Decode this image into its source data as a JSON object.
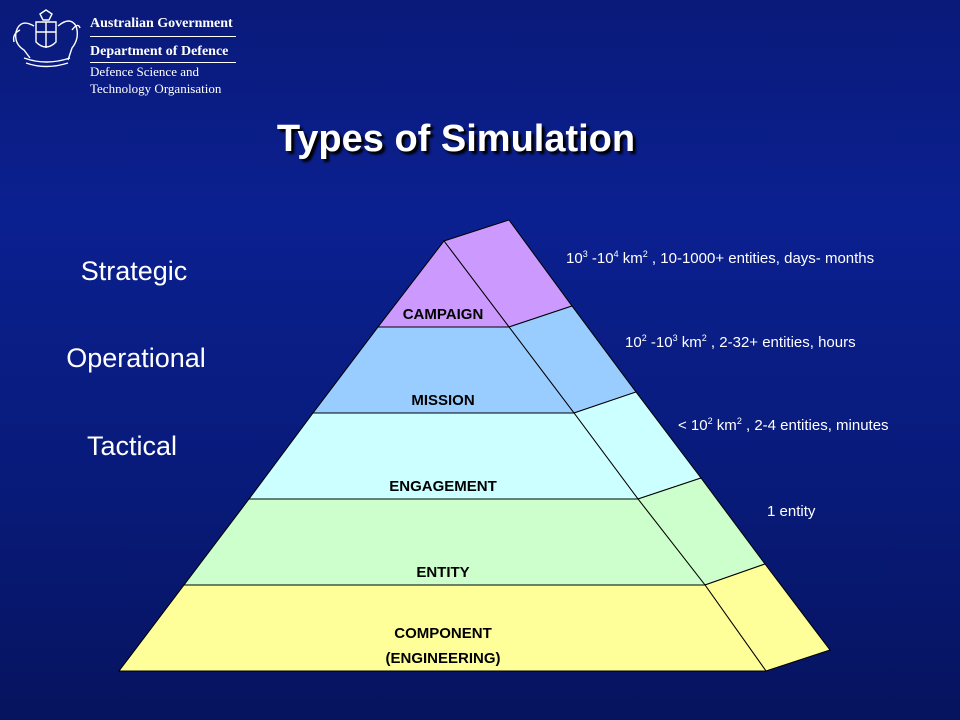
{
  "logo": {
    "line1": "Australian Government",
    "line2": "Department of Defence",
    "line3": "Defence Science and",
    "line4": "Technology Organisation",
    "icon": "coat-of-arms-icon"
  },
  "title": "Types of Simulation",
  "levels": [
    "Strategic",
    "Operational",
    "Tactical"
  ],
  "layers": [
    {
      "label": "CAMPAIGN",
      "color": "#cc99ff"
    },
    {
      "label": "MISSION",
      "color": "#99ccff"
    },
    {
      "label": "ENGAGEMENT",
      "color": "#ccffff"
    },
    {
      "label": "ENTITY",
      "color": "#ccffcc"
    },
    {
      "label_line1": "COMPONENT",
      "label_line2": "(ENGINEERING)",
      "color": "#ffff99"
    }
  ],
  "annotations": {
    "campaign": {
      "b1": "10",
      "e1": "3",
      "m1": " -10",
      "e2": "4",
      "m2": " km",
      "e3": "2",
      "tail": " , 10-1000+ entities, days- months"
    },
    "mission": {
      "b1": "10",
      "e1": "2",
      "m1": " -10",
      "e2": "3",
      "m2": " km",
      "e3": "2",
      "tail": " , 2-32+ entities, hours"
    },
    "engagement": {
      "b1": "< 10",
      "e1": "2",
      "m1": " km",
      "e2": "2",
      "tail": " , 2-4 entities, minutes"
    },
    "entity": "1 entity"
  }
}
